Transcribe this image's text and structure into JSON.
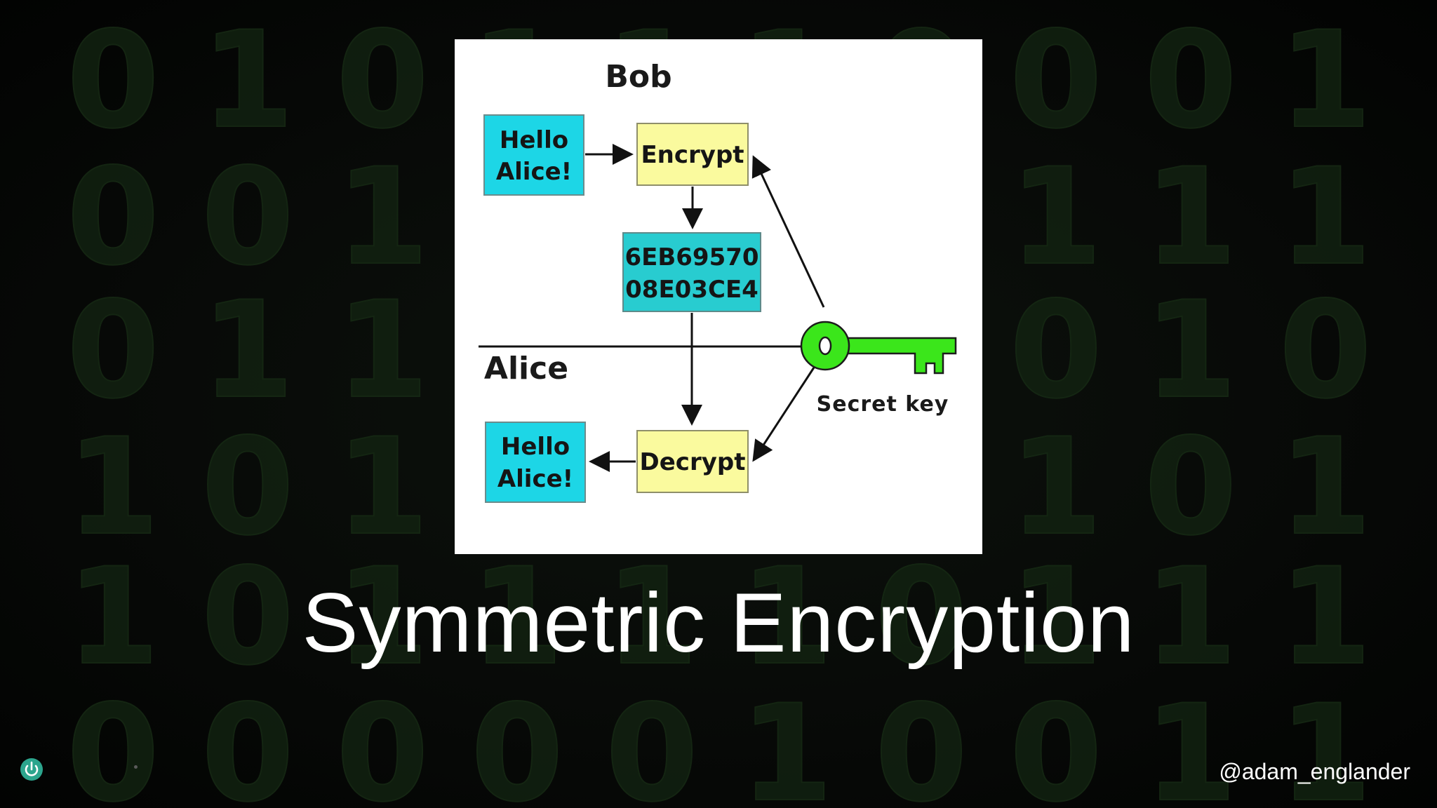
{
  "slide": {
    "title": "Symmetric Encryption",
    "handle": "@adam_englander",
    "logo_icon": "power-leaf-icon",
    "background_glyphs": [
      "0 1 0 1 1 1 0 0 0 1",
      "0 0 1 1 1 0 1 1 1 1",
      "0 1 1 0 0 1 0 0 1 0",
      "1 0 1 1 0 1 1 1 0 1",
      "1 0 1 1 1 1 0 1 1 1",
      "0 0 0 0 0 1 0 0 1 1"
    ]
  },
  "diagram": {
    "sender": "Bob",
    "receiver": "Alice",
    "plaintext_in": [
      "Hello",
      "Alice!"
    ],
    "encrypt_label": "Encrypt",
    "ciphertext": [
      "6EB69570",
      "08E03CE4"
    ],
    "decrypt_label": "Decrypt",
    "plaintext_out": [
      "Hello",
      "Alice!"
    ],
    "key_label": "Secret key",
    "colors": {
      "plaintext_box": "#1dd6e6",
      "process_box": "#fafa9e",
      "cipher_box": "#28ccd0",
      "key": "#3be61b",
      "background": "#ffffff"
    }
  }
}
